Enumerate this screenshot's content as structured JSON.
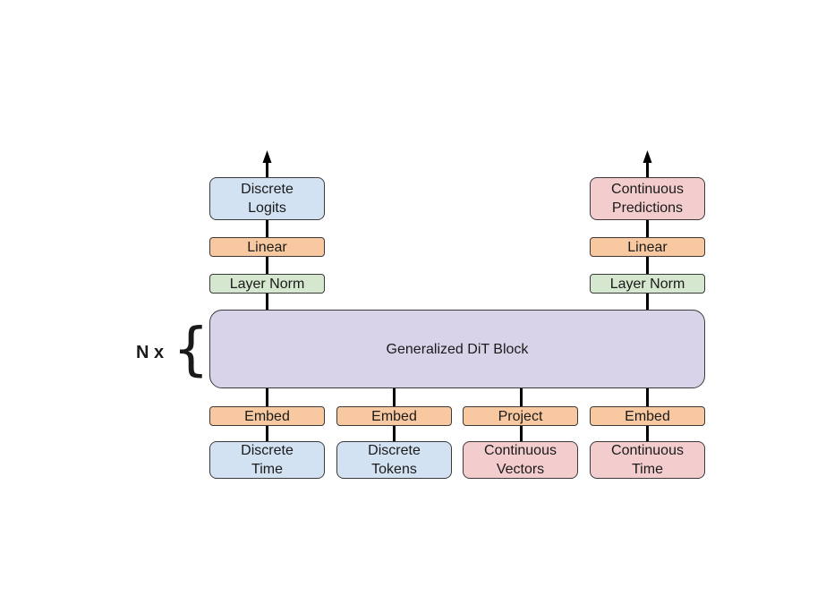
{
  "left_output": {
    "logits": "Discrete\nLogits",
    "linear": "Linear",
    "layer_norm": "Layer Norm"
  },
  "right_output": {
    "predictions": "Continuous\nPredictions",
    "linear": "Linear",
    "layer_norm": "Layer Norm"
  },
  "block": {
    "label": "Generalized DiT Block",
    "repeat_label": "N x",
    "brace": "{"
  },
  "inputs": [
    {
      "projection": "Embed",
      "input": "Discrete\nTime"
    },
    {
      "projection": "Embed",
      "input": "Discrete\nTokens"
    },
    {
      "projection": "Project",
      "input": "Continuous\nVectors"
    },
    {
      "projection": "Embed",
      "input": "Continuous\nTime"
    }
  ],
  "colors": {
    "discrete": "#d2e2f3",
    "continuous": "#f3cdcd",
    "projection": "#f8c9a0",
    "layer_norm": "#d5e8cf",
    "block": "#d9d3ea"
  }
}
